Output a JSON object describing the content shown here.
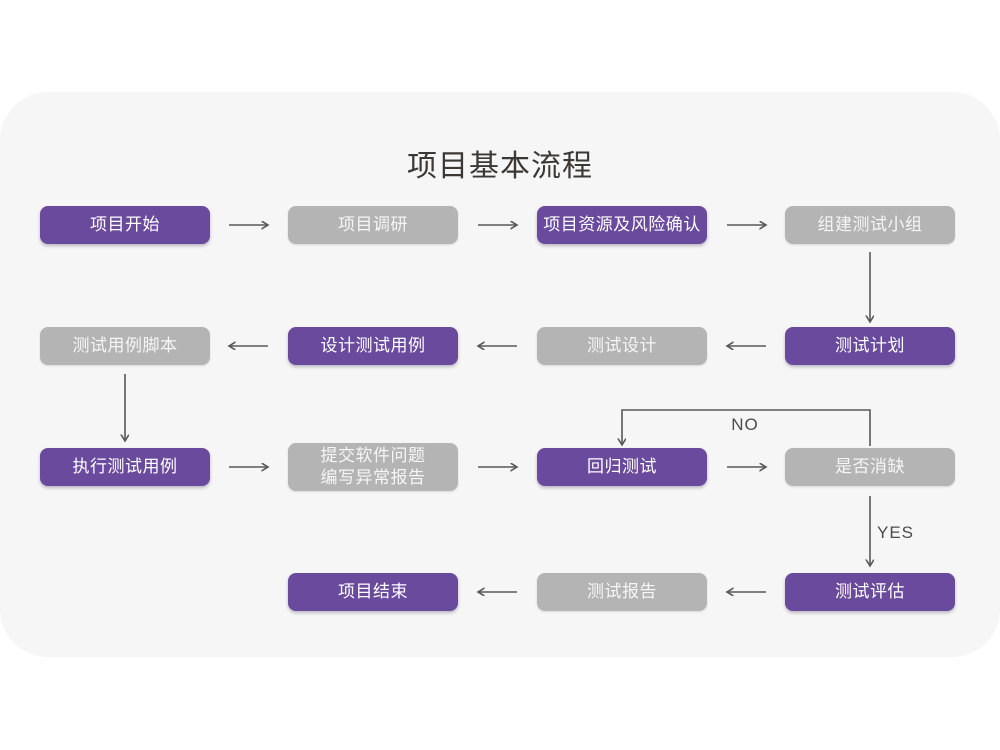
{
  "title": "项目基本流程",
  "branch_labels": {
    "no": "NO",
    "yes": "YES"
  },
  "colors": {
    "node_purple": "#6a4a9c",
    "node_gray": "#b4b4b4",
    "card_background": "#f6f6f6",
    "arrow": "#58585a",
    "title_text": "#3b3835"
  },
  "nodes": [
    {
      "id": "project-start",
      "label": "项目开始",
      "variant": "purple"
    },
    {
      "id": "project-research",
      "label": "项目调研",
      "variant": "gray"
    },
    {
      "id": "project-resources-risk-confirm",
      "label": "项目资源及风险确认",
      "variant": "purple"
    },
    {
      "id": "form-test-team",
      "label": "组建测试小组",
      "variant": "gray"
    },
    {
      "id": "test-case-script",
      "label": "测试用例脚本",
      "variant": "gray"
    },
    {
      "id": "design-test-cases",
      "label": "设计测试用例",
      "variant": "purple"
    },
    {
      "id": "test-design",
      "label": "测试设计",
      "variant": "gray"
    },
    {
      "id": "test-plan",
      "label": "测试计划",
      "variant": "purple"
    },
    {
      "id": "execute-test-cases",
      "label": "执行测试用例",
      "variant": "purple"
    },
    {
      "id": "submit-issues-report",
      "label": "提交软件问题\n编写异常报告",
      "variant": "gray"
    },
    {
      "id": "regression-test",
      "label": "回归测试",
      "variant": "purple"
    },
    {
      "id": "defect-resolved-check",
      "label": "是否消缺",
      "variant": "gray"
    },
    {
      "id": "project-end",
      "label": "项目结束",
      "variant": "purple"
    },
    {
      "id": "test-report",
      "label": "测试报告",
      "variant": "gray"
    },
    {
      "id": "test-evaluation",
      "label": "测试评估",
      "variant": "purple"
    }
  ]
}
